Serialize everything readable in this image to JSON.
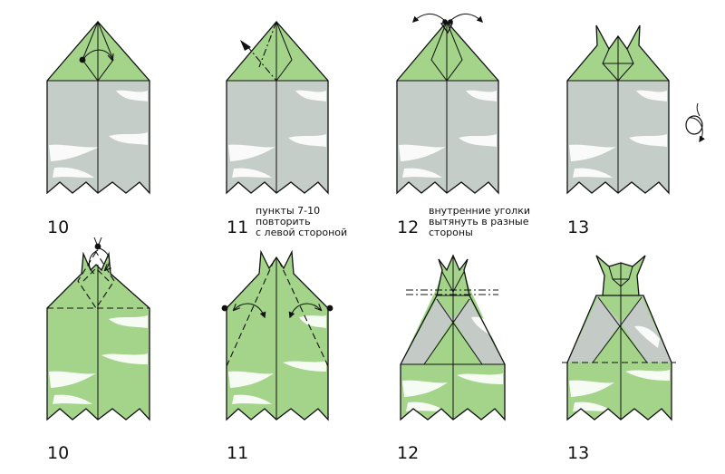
{
  "steps": [
    {
      "id": "top-10",
      "number": "10",
      "caption": []
    },
    {
      "id": "top-11",
      "number": "11",
      "caption": [
        "пункты 7-10",
        "повторить",
        "с левой стороной"
      ]
    },
    {
      "id": "top-12",
      "number": "12",
      "caption": [
        "внутренние уголки",
        "вытянуть в разные",
        "стороны"
      ]
    },
    {
      "id": "top-13",
      "number": "13",
      "caption": []
    },
    {
      "id": "bottom-10",
      "number": "10",
      "caption": []
    },
    {
      "id": "bottom-11",
      "number": "11",
      "caption": []
    },
    {
      "id": "bottom-12",
      "number": "12",
      "caption": []
    },
    {
      "id": "bottom-13",
      "number": "13",
      "caption": []
    }
  ],
  "colors": {
    "paper_green": "#a3d48a",
    "paper_grey": "#c5cdc8",
    "fold_grey": "#c4cbc7",
    "outline": "#111111"
  },
  "icons": [
    "turn-over-icon",
    "mountain-fold-arrow-icon",
    "fold-arrow-icon",
    "pull-out-arrow-icon"
  ]
}
